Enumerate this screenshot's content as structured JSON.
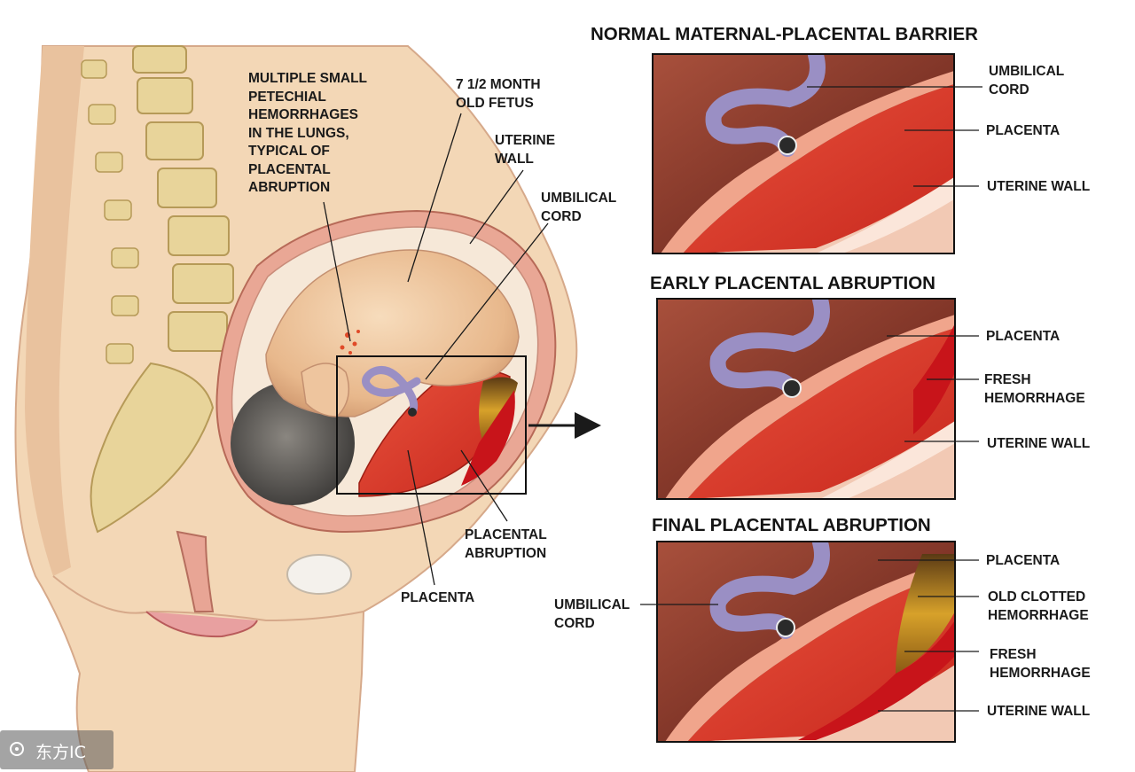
{
  "main_figure": {
    "labels": {
      "lung_hemorrhages": "MULTIPLE SMALL\nPETECHIAL\nHEMORRHAGES\nIN THE LUNGS,\nTYPICAL OF\nPLACENTAL\nABRUPTION",
      "fetus": "7 1/2 MONTH\nOLD FETUS",
      "uterine_wall": "UTERINE\nWALL",
      "umbilical_cord": "UMBILICAL\nCORD",
      "placental_abruption": "PLACENTAL\nABRUPTION",
      "placenta": "PLACENTA"
    }
  },
  "panels": [
    {
      "title": "NORMAL MATERNAL-PLACENTAL BARRIER",
      "labels": {
        "umbilical_cord": "UMBILICAL\nCORD",
        "placenta": "PLACENTA",
        "uterine_wall": "UTERINE WALL"
      }
    },
    {
      "title": "EARLY PLACENTAL ABRUPTION",
      "labels": {
        "placenta": "PLACENTA",
        "fresh_hemorrhage": "FRESH\nHEMORRHAGE",
        "uterine_wall": "UTERINE WALL"
      }
    },
    {
      "title": "FINAL PLACENTAL ABRUPTION",
      "labels": {
        "placenta": "PLACENTA",
        "old_clotted_hemorrhage": "OLD CLOTTED\nHEMORRHAGE",
        "fresh_hemorrhage": "FRESH\nHEMORRHAGE",
        "uterine_wall": "UTERINE WALL",
        "umbilical_cord": "UMBILICAL\nCORD"
      }
    }
  ],
  "watermark": "东方IC",
  "colors": {
    "skin": "#f3d7b6",
    "uterine_wall": "#e9a795",
    "placenta": "#d8382a",
    "fresh_blood": "#c8141a",
    "clotted_blood": "#b8861e",
    "cord": "#9a8fc4",
    "panel_background": "#7a2e22",
    "vertebra": "#e8d49a"
  }
}
